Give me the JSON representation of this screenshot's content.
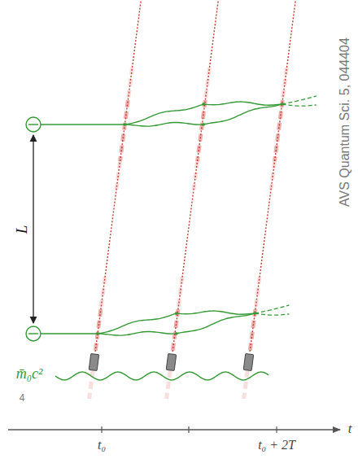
{
  "diagram": {
    "labels": [
      "L",
      "m̄₀c²",
      "t₀",
      "t₀ + 2T",
      "t",
      "AVS Quantum Sci. 5, 044404",
      "4"
    ]
  }
}
